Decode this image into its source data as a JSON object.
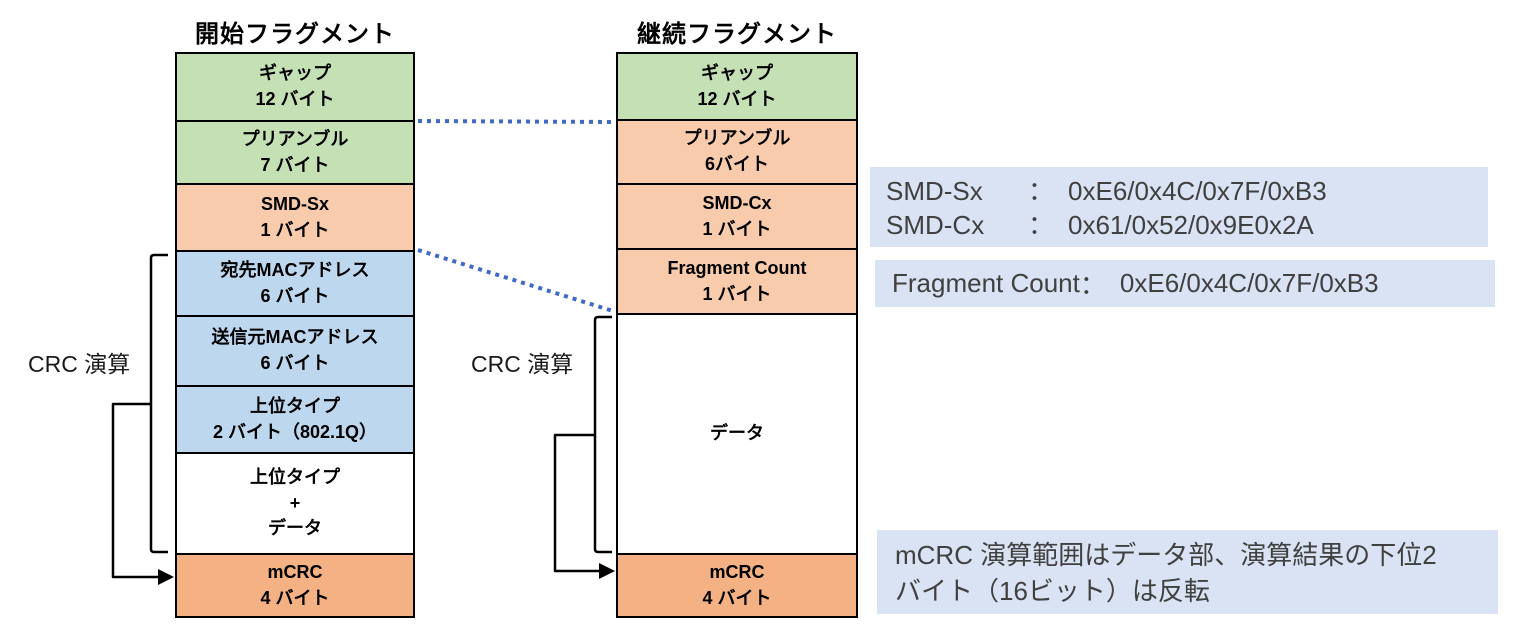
{
  "left_stack": {
    "title": "開始フラグメント",
    "crc_label": "CRC 演算",
    "rows": [
      {
        "line1": "ギャップ",
        "line2": "12 バイト"
      },
      {
        "line1": "プリアンブル",
        "line2": "7 バイト"
      },
      {
        "line1": "SMD-Sx",
        "line2": "1 バイト"
      },
      {
        "line1": "宛先MACアドレス",
        "line2": "6 バイト"
      },
      {
        "line1": "送信元MACアドレス",
        "line2": "6 バイト"
      },
      {
        "line1": "上位タイプ",
        "line2": "2 バイト（802.1Q）"
      },
      {
        "line1": "上位タイプ",
        "line2": "+",
        "line3": "データ"
      },
      {
        "line1": "mCRC",
        "line2": "4 バイト"
      }
    ]
  },
  "right_stack": {
    "title": "継続フラグメント",
    "crc_label": "CRC 演算",
    "rows": [
      {
        "line1": "ギャップ",
        "line2": "12 バイト"
      },
      {
        "line1": "プリアンブル",
        "line2": "6バイト"
      },
      {
        "line1": "SMD-Cx",
        "line2": "1 バイト"
      },
      {
        "line1": "Fragment Count",
        "line2": "1 バイト"
      },
      {
        "line1": "データ"
      },
      {
        "line1": "mCRC",
        "line2": "4 バイト"
      }
    ]
  },
  "info_boxes": {
    "smd": {
      "rows": [
        {
          "label": "SMD-Sx",
          "colon": "：",
          "value": "0xE6/0x4C/0x7F/0xB3"
        },
        {
          "label": "SMD-Cx",
          "colon": "：",
          "value": "0x61/0x52/0x9E0x2A"
        }
      ]
    },
    "fragment_count": {
      "label": "Fragment Count",
      "colon": "：",
      "value": "0xE6/0x4C/0x7F/0xB3"
    },
    "mcrc_note": {
      "line1": "mCRC 演算範囲はデータ部、演算結果の下位2",
      "line2": "バイト（16ビット）は反転"
    }
  },
  "colors": {
    "green": "#c5e0b4",
    "orange_light": "#f8cbad",
    "blue_block": "#bdd7ee",
    "orange_dark": "#f4b183",
    "info_bg": "#dae3f3",
    "dotted_blue": "#4169c8",
    "line_black": "#000000",
    "text_dark": "#404040"
  }
}
